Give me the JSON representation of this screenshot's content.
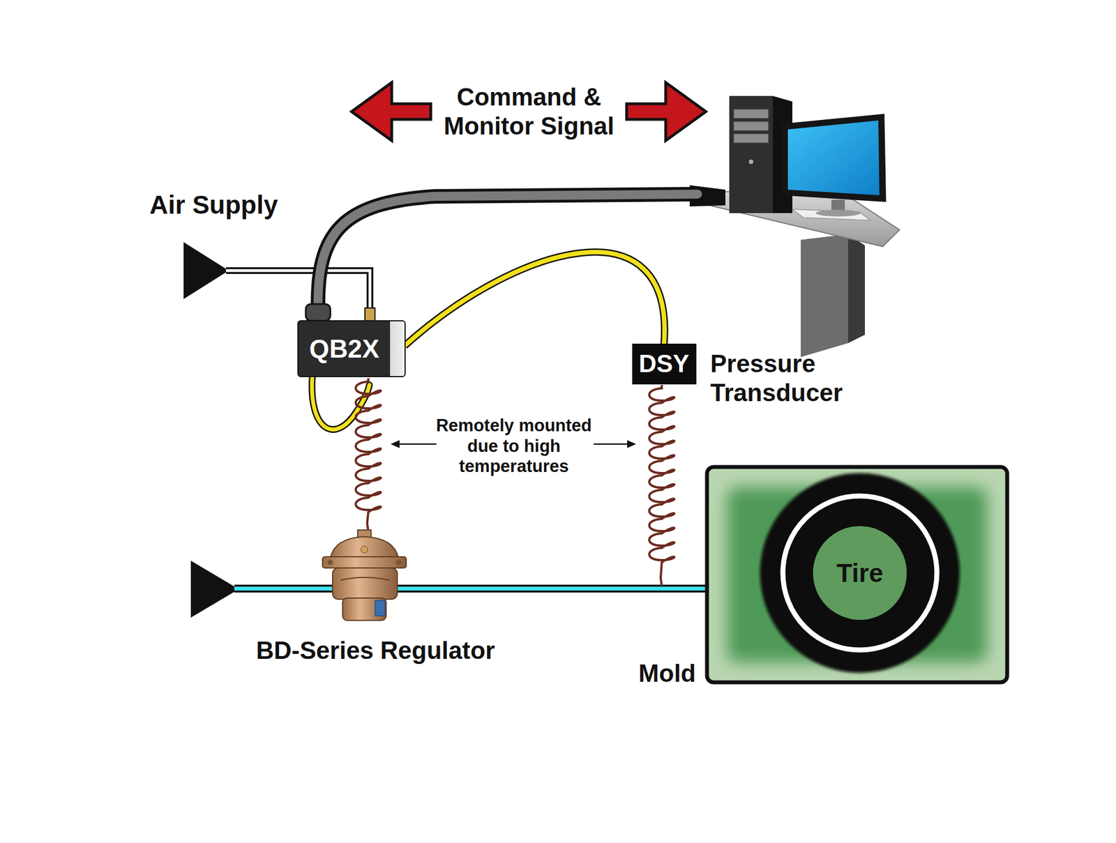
{
  "diagram": {
    "nodes": [
      {
        "text": [
          "QB2X"
        ]
      },
      {
        "text": [
          "DSY"
        ]
      },
      {
        "text": [
          "Mold"
        ]
      },
      {
        "text": [
          "Tire"
        ],
        "in": 2
      }
    ],
    "edges": [
      {
        "from": 0,
        "to": 1,
        "arrow": "none"
      }
    ],
    "labels": [
      "Command & Monitor Signal",
      "Air Supply",
      "Pressure Transducer",
      "Remotely mounted due to high temperatures",
      "BD-Series Regulator"
    ]
  }
}
